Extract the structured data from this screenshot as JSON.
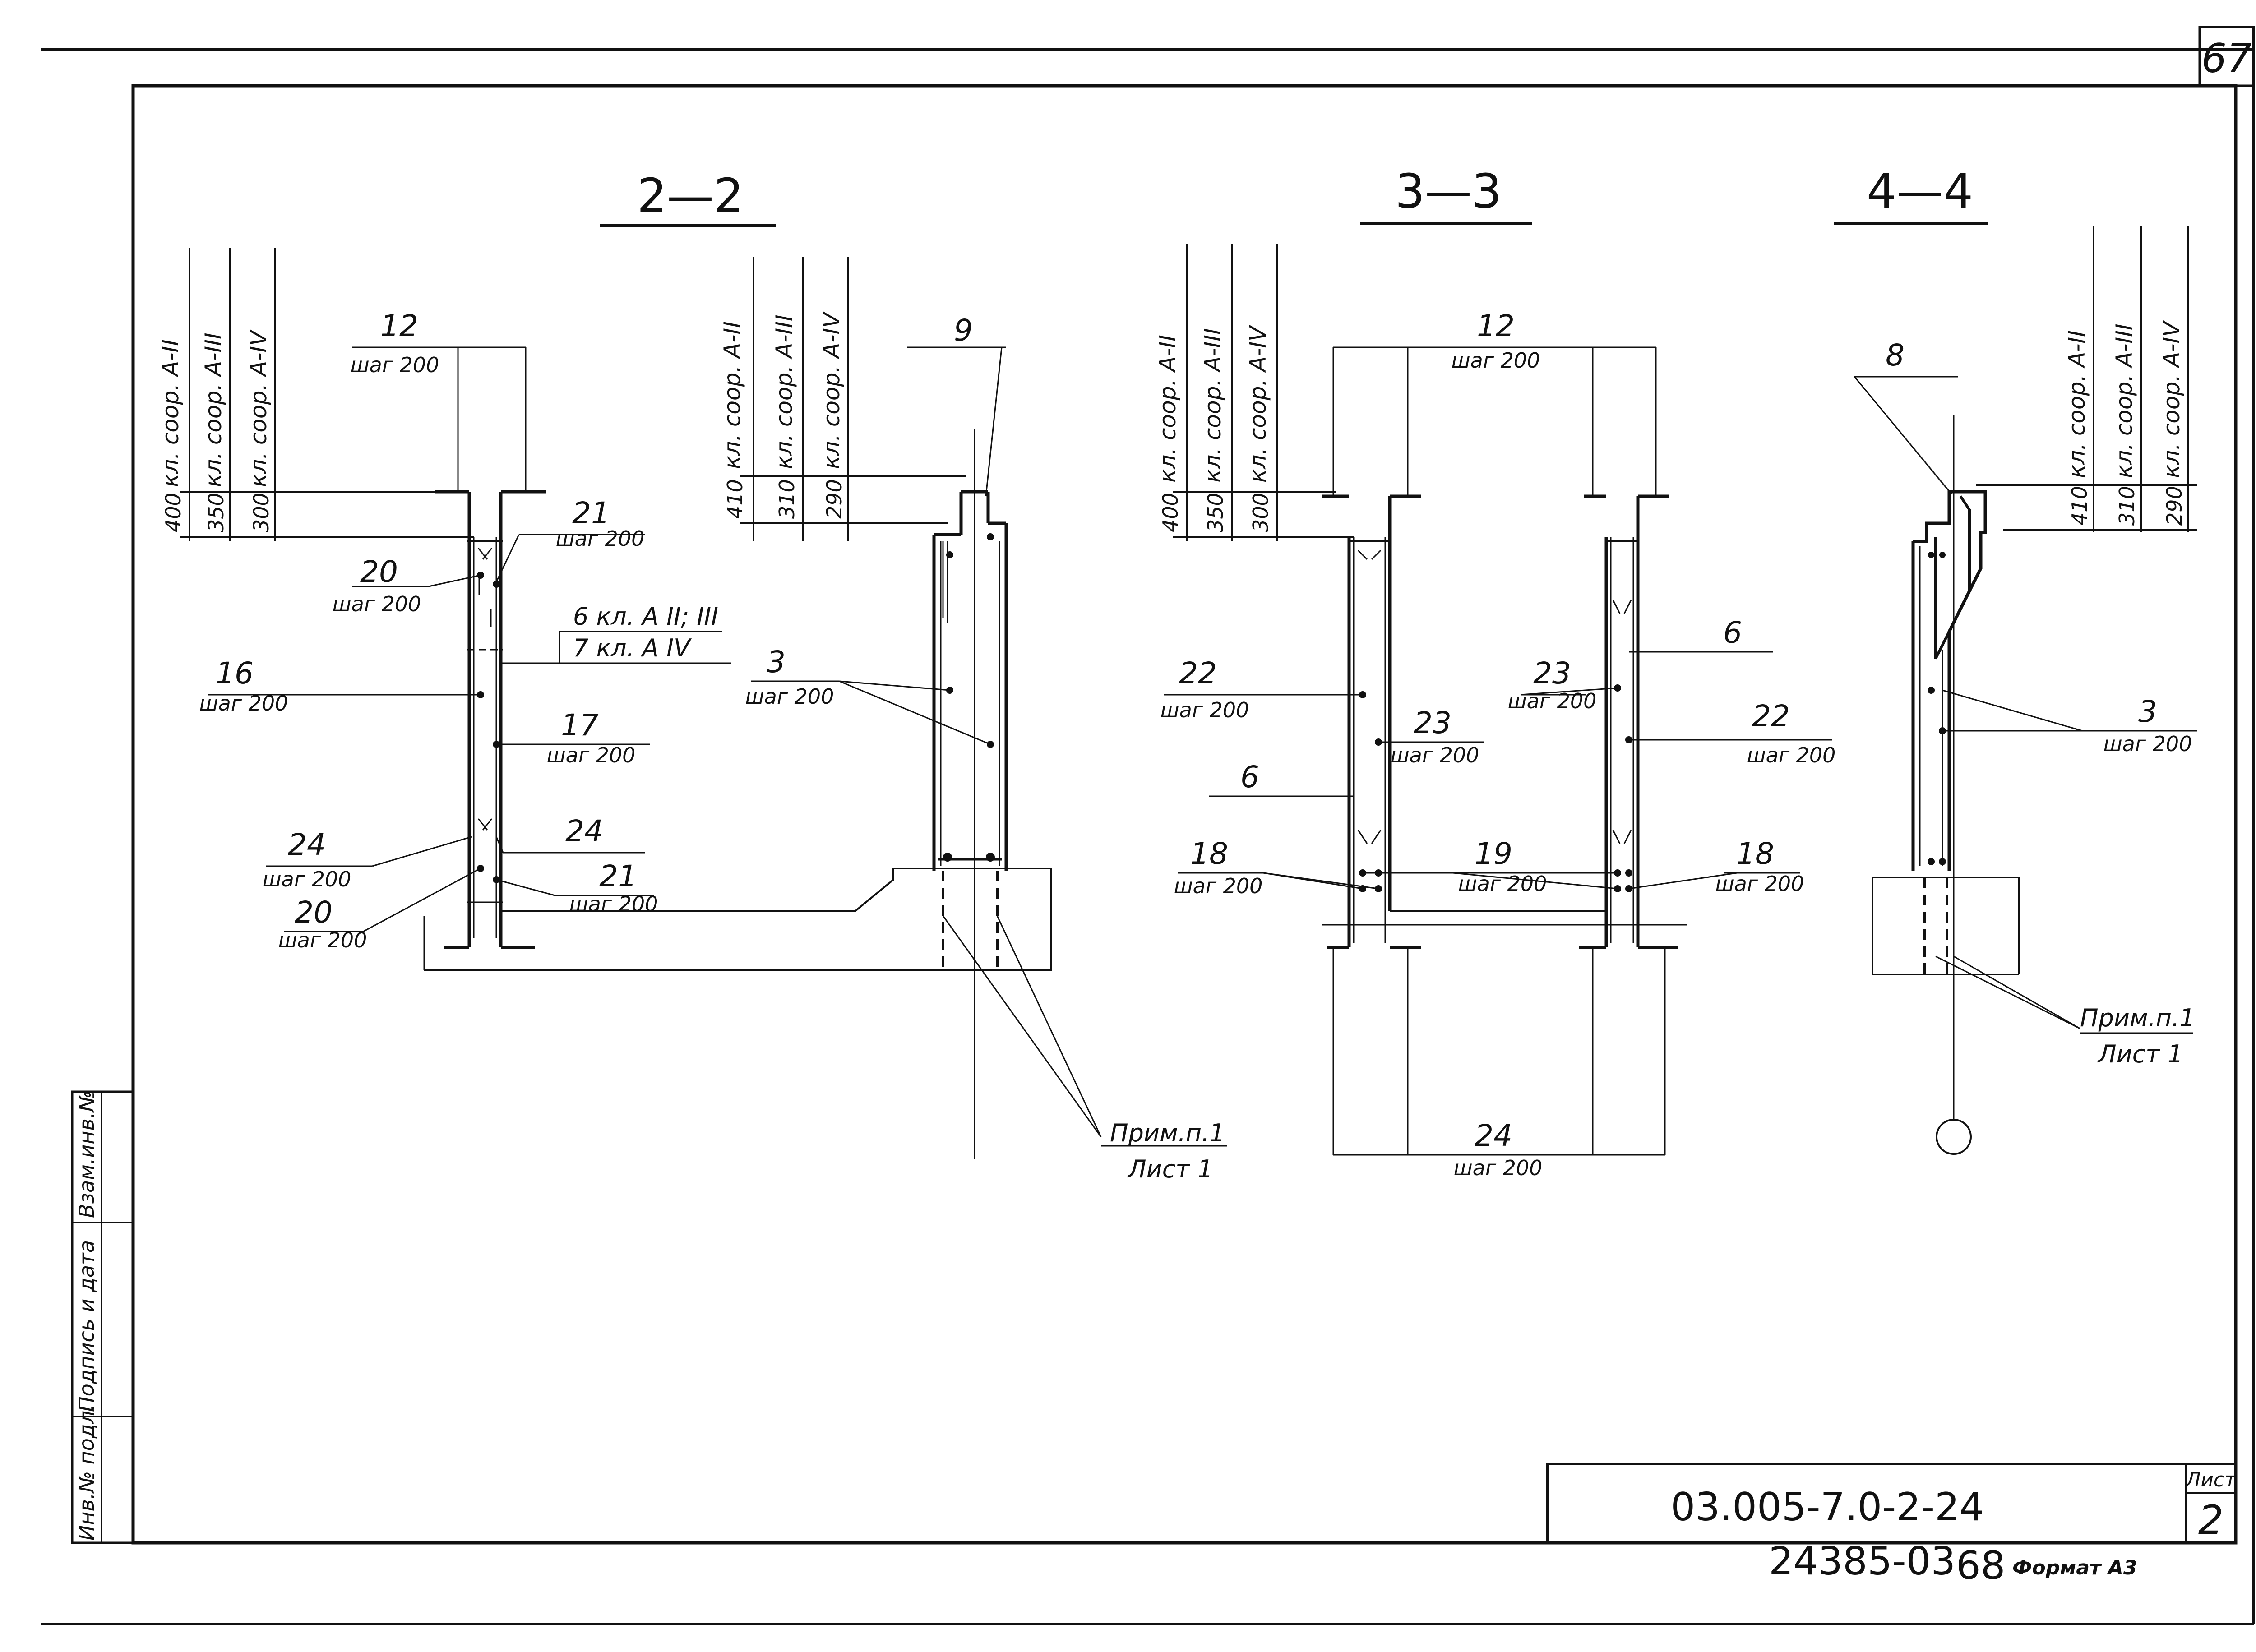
{
  "sheet": {
    "corner_number": "67",
    "code": "03.005-7.0-2-24",
    "sheet_label": "Лист",
    "sheet_number": "2",
    "bottom_code": "24385-03",
    "bottom_num": "68",
    "format_label": "Формат А3",
    "stamp": [
      "Инв.№ подл.",
      "Подпись и дата",
      "Взам.инв.№"
    ]
  },
  "sections": {
    "s22": "2—2",
    "s33": "3—3",
    "s44": "4—4"
  },
  "classes": {
    "c2": "кл. соор. А-II",
    "c3": "кл. соор. А-III",
    "c4": "кл. соор. А-IV"
  },
  "dims": {
    "d400": "400",
    "d350": "350",
    "d300": "300",
    "d410": "410",
    "d310": "310",
    "d290": "290"
  },
  "positions": {
    "p3": "3",
    "p6": "6",
    "p8": "8",
    "p9": "9",
    "p12": "12",
    "p16": "16",
    "p17": "17",
    "p18": "18",
    "p19": "19",
    "p20": "20",
    "p21": "21",
    "p22": "22",
    "p23": "23",
    "p24": "24"
  },
  "step": "шаг 200",
  "labels": {
    "l6": "6 кл. А II; III",
    "l7": "7 кл. А IV"
  },
  "note": {
    "text": "Прим.п.1",
    "sheet": "Лист 1"
  }
}
